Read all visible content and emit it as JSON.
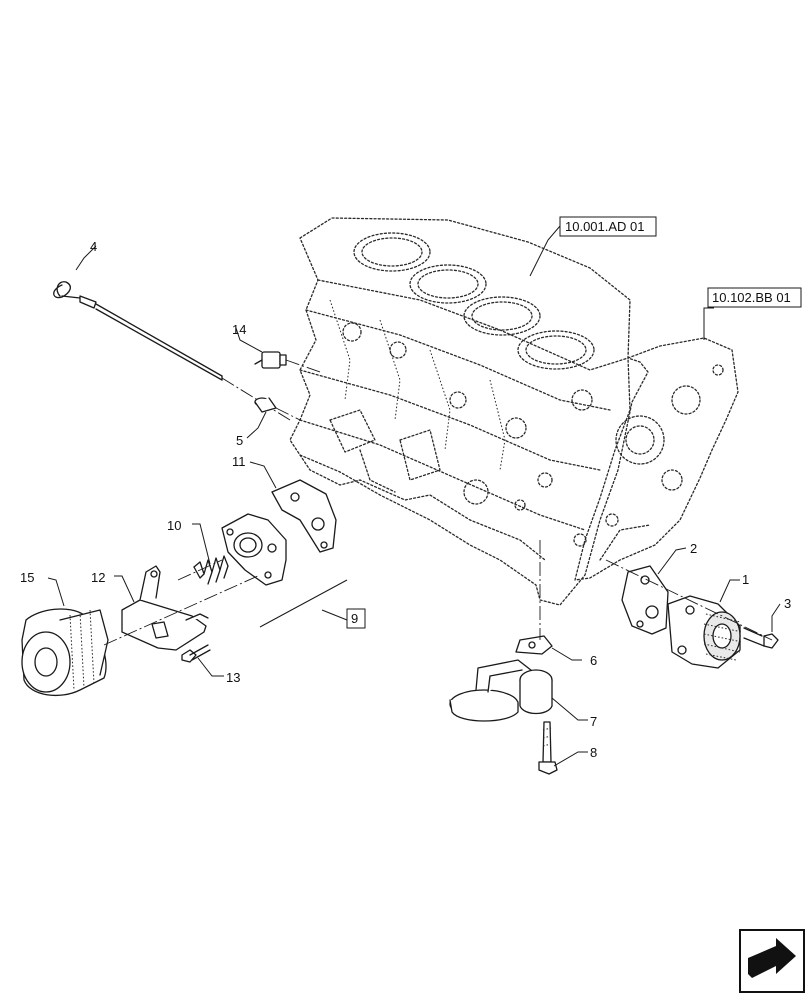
{
  "diagram": {
    "references": {
      "block": "10.001.AD 01",
      "timing_case": "10.102.BB 01"
    },
    "group_label": "9",
    "callouts": {
      "c1": "1",
      "c2": "2",
      "c3": "3",
      "c4": "4",
      "c5": "5",
      "c6": "6",
      "c7": "7",
      "c8": "8",
      "c10": "10",
      "c11": "11",
      "c12": "12",
      "c13": "13",
      "c14": "14",
      "c15": "15"
    },
    "icons": {
      "nav": "next-page-arrow-icon"
    }
  }
}
